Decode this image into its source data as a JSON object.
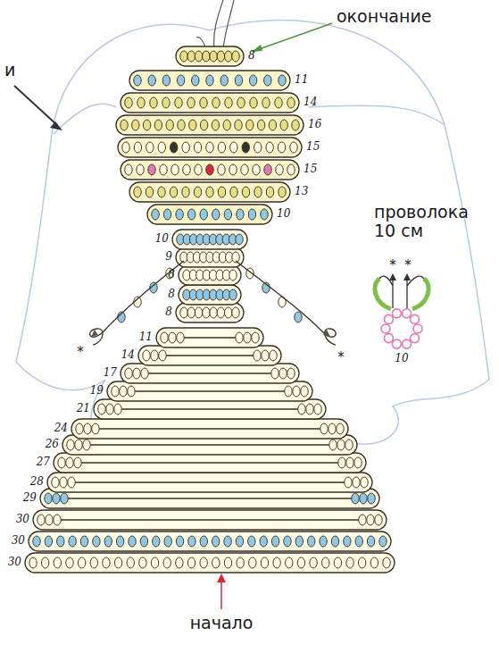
{
  "diagram": {
    "labels": [
      "окончание",
      "и",
      "проволока 10 см",
      "начало",
      "8",
      "11",
      "14",
      "16",
      "15",
      "15",
      "13",
      "10",
      "10",
      "9",
      "8",
      "8",
      "8",
      "11",
      "14",
      "17",
      "19",
      "21",
      "24",
      "26",
      "27",
      "28",
      "29",
      "30",
      "30",
      "30",
      "10",
      "*",
      "*",
      "*",
      "*"
    ]
  }
}
